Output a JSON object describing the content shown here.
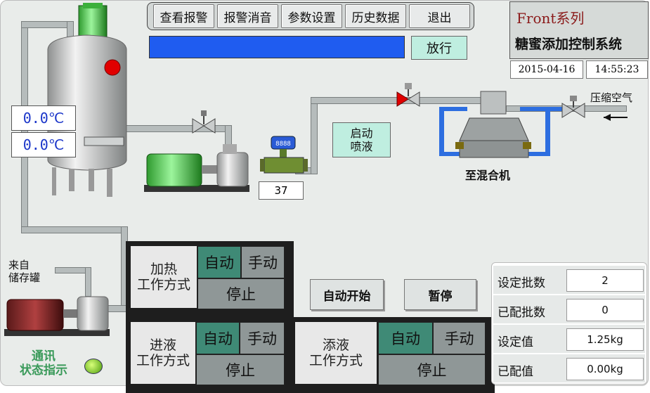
{
  "toolbar": {
    "view_alarm": "查看报警",
    "silence_alarm": "报警消音",
    "param_settings": "参数设置",
    "history_data": "历史数据",
    "exit": "退出"
  },
  "release_button": "放行",
  "title": {
    "series": "Front系列",
    "system": "糖蜜添加控制系统"
  },
  "datetime": {
    "date": "2015-04-16",
    "time": "14:55:23"
  },
  "tank": {
    "temp1": "0.0℃",
    "temp2": "0.0℃"
  },
  "flow_value": "37",
  "start_spray": "启动\n喷液",
  "compressed_air": "压缩空气",
  "to_mixer": "至混合机",
  "from_storage": "来自\n储存罐",
  "comm_status": "通讯\n状态指示",
  "heat_mode": {
    "label": "加热\n工作方式",
    "auto": "自动",
    "manual": "手动",
    "stop": "停止"
  },
  "feed_mode": {
    "label": "进液\n工作方式",
    "auto": "自动",
    "manual": "手动",
    "stop": "停止"
  },
  "add_mode": {
    "label": "添液\n工作方式",
    "auto": "自动",
    "manual": "手动",
    "stop": "停止"
  },
  "auto_start": "自动开始",
  "pause": "暂停",
  "stats": {
    "set_batches_label": "设定批数",
    "set_batches": "2",
    "done_batches_label": "已配批数",
    "done_batches": "0",
    "set_value_label": "设定值",
    "set_value": "1.25kg",
    "done_value_label": "已配值",
    "done_value": "0.00kg"
  },
  "colors": {
    "accent_auto": "#3f8a76",
    "progress_bar": "#1f5cf0",
    "title_red": "#8b1a1a"
  }
}
